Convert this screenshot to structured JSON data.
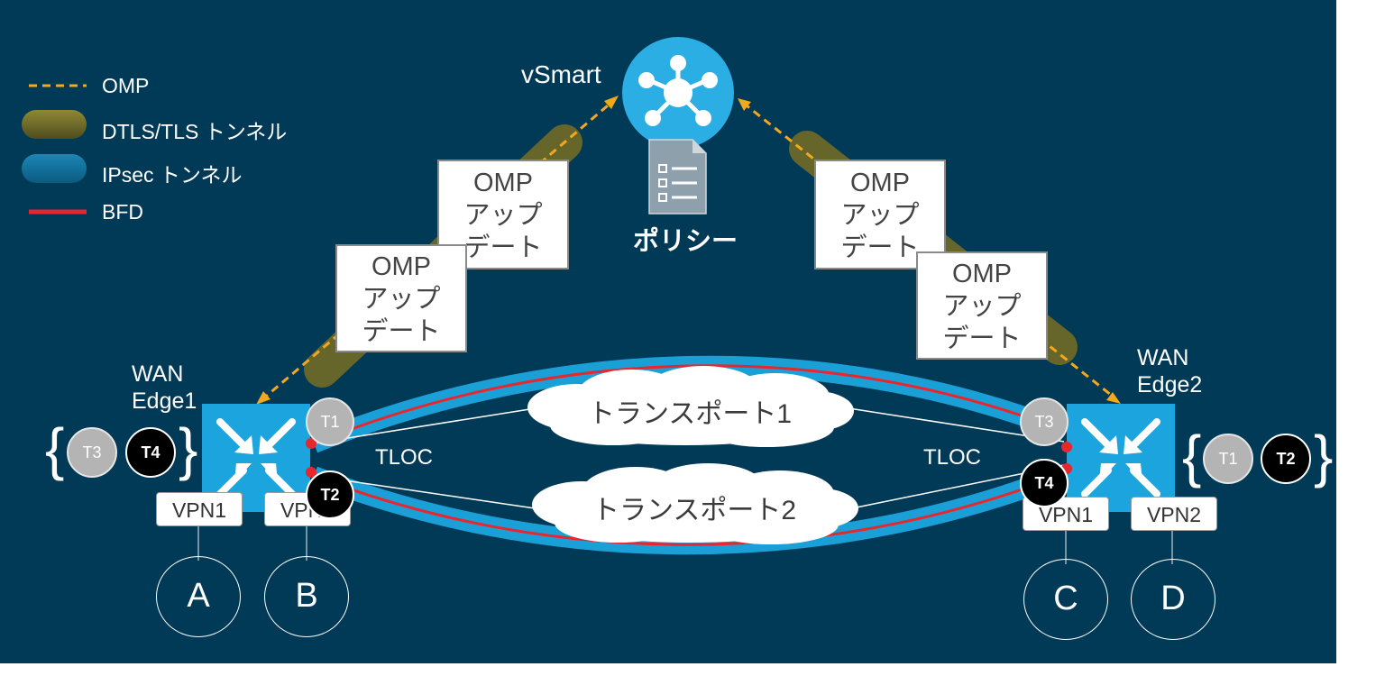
{
  "legend": {
    "omp": "OMP",
    "dtls": "DTLS/TLS トンネル",
    "ipsec": "IPsec トンネル",
    "bfd": "BFD"
  },
  "vsmart": {
    "label": "vSmart",
    "icon": "hub-network-icon"
  },
  "policy": {
    "label": "ポリシー",
    "icon": "policy-checklist-icon"
  },
  "omp_updates": [
    {
      "lines": [
        "OMP",
        "アップ",
        "デート"
      ]
    },
    {
      "lines": [
        "OMP",
        "アップ",
        "デート"
      ]
    },
    {
      "lines": [
        "OMP",
        "アップ",
        "デート"
      ]
    },
    {
      "lines": [
        "OMP",
        "アップ",
        "デート"
      ]
    }
  ],
  "edges": {
    "edge1": {
      "line1": "WAN",
      "line2": "Edge1",
      "icon": "router-icon"
    },
    "edge2": {
      "line1": "WAN",
      "line2": "Edge2",
      "icon": "router-icon"
    }
  },
  "transports": {
    "t1": "トランスポート1",
    "t2": "トランスポート2"
  },
  "tloc": {
    "left": "TLOC",
    "right": "TLOC"
  },
  "tlocs": {
    "left_t1": "T1",
    "left_t2": "T2",
    "left_remote_t3": "T3",
    "left_remote_t4": "T4",
    "right_t3": "T3",
    "right_t4": "T4",
    "right_remote_t1": "T1",
    "right_remote_t2": "T2"
  },
  "vpns": {
    "e1_vpn1": "VPN1",
    "e1_vpn2": "VPN2",
    "e2_vpn1": "VPN1",
    "e2_vpn2": "VPN2"
  },
  "sites": {
    "a": "A",
    "b": "B",
    "c": "C",
    "d": "D"
  },
  "colors": {
    "background": "#003a57",
    "omp": "#f3a81d",
    "dtls": "#6f6b2a",
    "ipsec": "#1aa0d6",
    "bfd": "#e8262d",
    "device": "#1ba4de"
  }
}
